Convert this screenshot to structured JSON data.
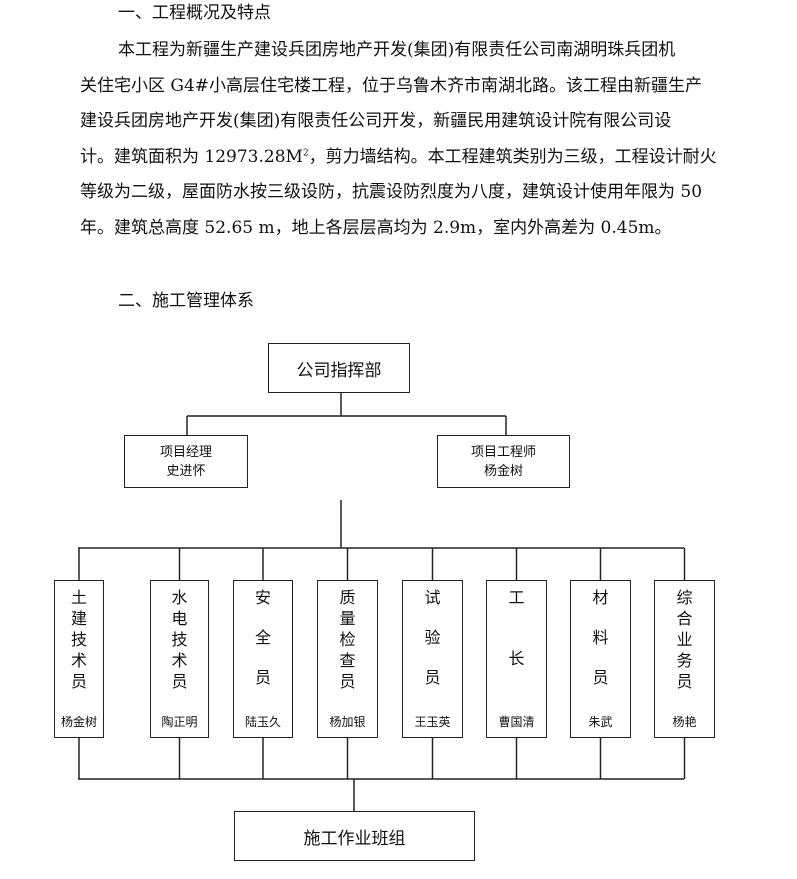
{
  "section1": {
    "heading": "一、工程概况及特点",
    "paragraph_lines": [
      "本工程为新疆生产建设兵团房地产开发(集团)有限责任公司南湖明珠兵团机",
      "关住宅小区 G4#小高层住宅楼工程，位于乌鲁木齐市南湖北路。该工程由新疆生产",
      "建设兵团房地产开发(集团)有限责任公司开发，新疆民用建筑设计院有限公司设",
      "计。建筑面积为 12973.28M",
      "，剪力墙结构。本工程建筑类别为三级，工程设计耐火",
      "等级为二级，屋面防水按三级设防，抗震设防烈度为八度，建筑设计使用年限为 50",
      "年。建筑总高度 52.65 m，地上各层层高均为 2.9m，室内外高差为 0.45m。"
    ],
    "area_superscript": "2"
  },
  "section2": {
    "heading": "二、施工管理体系"
  },
  "org_chart": {
    "top": "公司指挥部",
    "project_manager": {
      "title": "项目经理",
      "name": "史进怀"
    },
    "project_engineer": {
      "title": "项目工程师",
      "name": "杨金树"
    },
    "roles": [
      {
        "title": [
          "土",
          "建",
          "技",
          "术",
          "员"
        ],
        "name": "杨金树"
      },
      {
        "title": [
          "水",
          "电",
          "技",
          "术",
          "员"
        ],
        "name": "陶正明"
      },
      {
        "title": [
          "安",
          "全",
          "员"
        ],
        "name": "陆玉久"
      },
      {
        "title": [
          "质",
          "量",
          "检",
          "查",
          "员"
        ],
        "name": "杨加银"
      },
      {
        "title": [
          "试",
          "验",
          "员"
        ],
        "name": "王玉英"
      },
      {
        "title": [
          "工",
          "长"
        ],
        "name": "曹国清"
      },
      {
        "title": [
          "材",
          "料",
          "员"
        ],
        "name": "朱武"
      },
      {
        "title": [
          "综",
          "合",
          "业",
          "务",
          "员"
        ],
        "name": "杨艳"
      }
    ],
    "bottom": "施工作业班组"
  }
}
